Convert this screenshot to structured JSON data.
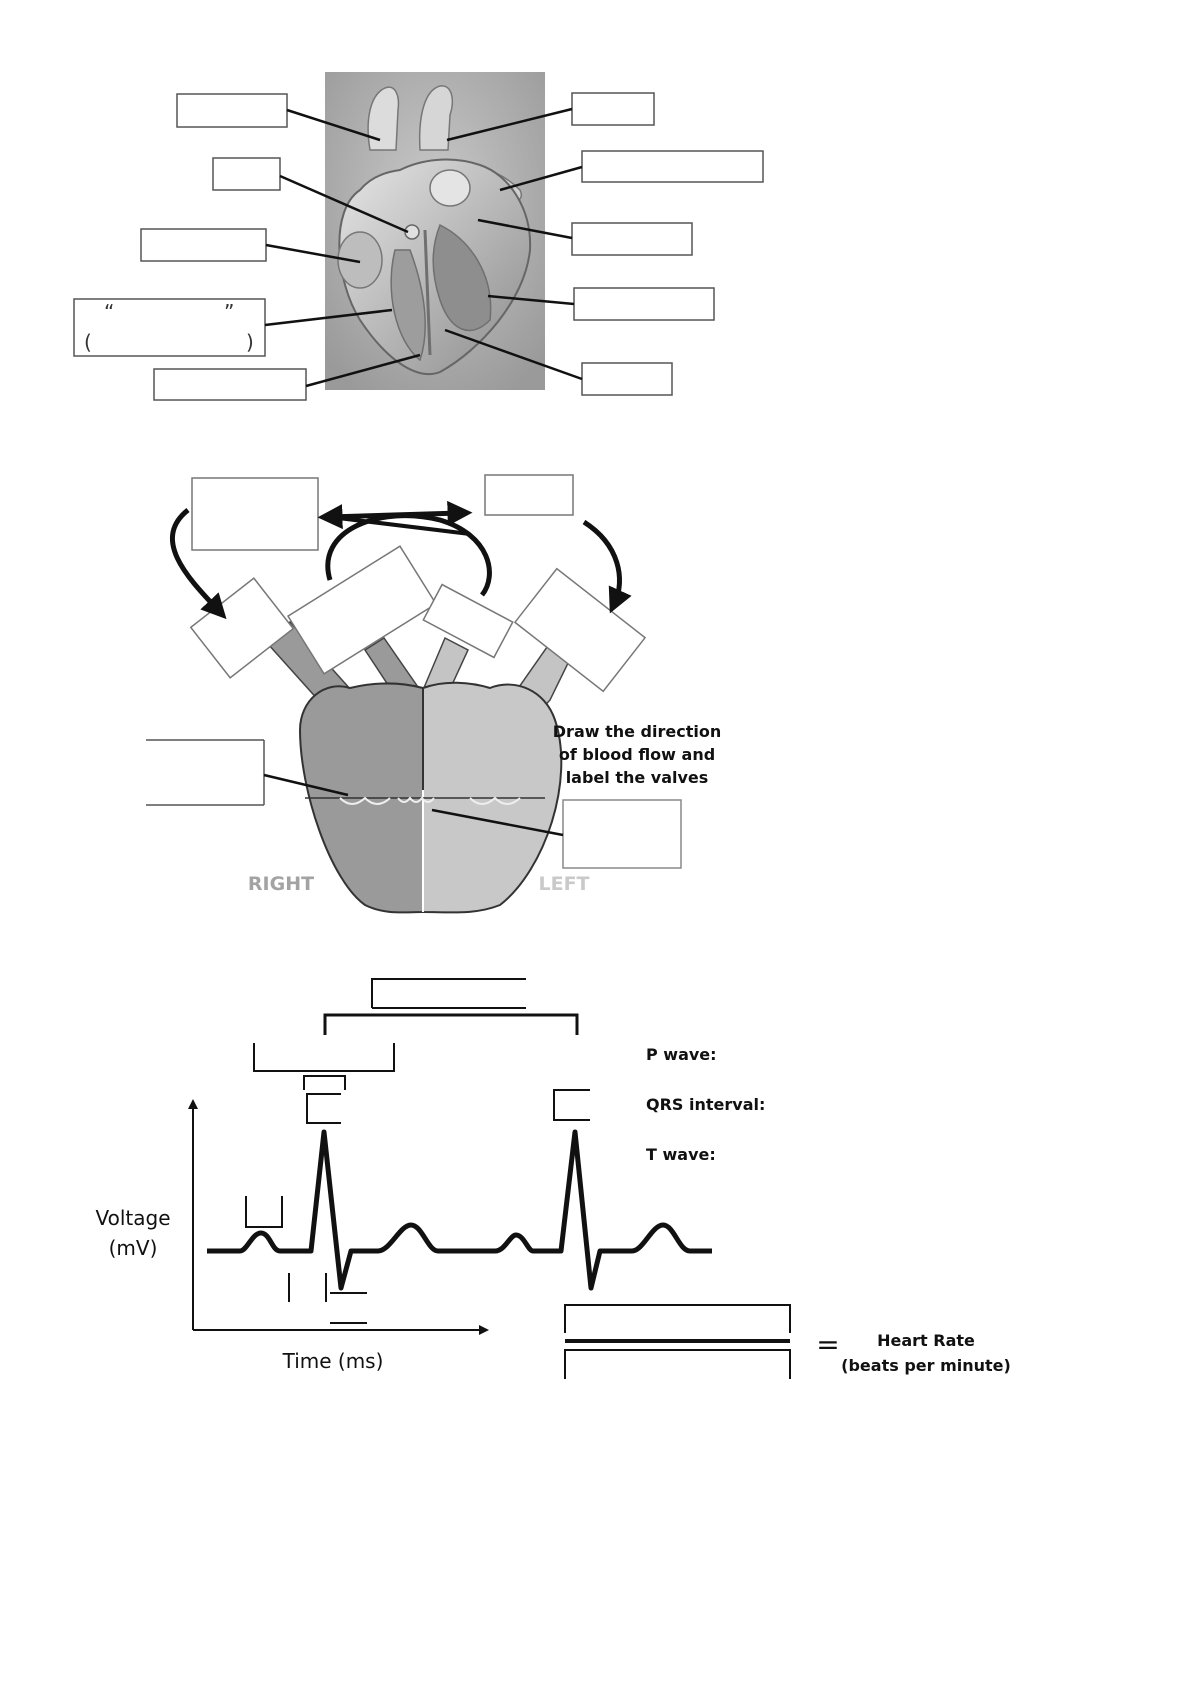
{
  "section1": {
    "fluid_label_open": "“",
    "fluid_label_close": "”",
    "paren_open": "(",
    "paren_close": ")"
  },
  "section2": {
    "instructions": [
      "Draw the direction",
      "of blood flow and",
      "label the valves"
    ],
    "right_label": "RIGHT",
    "left_label": "LEFT"
  },
  "section3": {
    "p_wave_label": "P wave:",
    "qrs_label": "QRS interval:",
    "t_wave_label": "T wave:",
    "y_axis_label_1": "Voltage",
    "y_axis_label_2": "(mV)",
    "x_axis_label": "Time (ms)",
    "equals": "=",
    "heart_rate_1": "Heart Rate",
    "heart_rate_2": "(beats per minute)"
  }
}
